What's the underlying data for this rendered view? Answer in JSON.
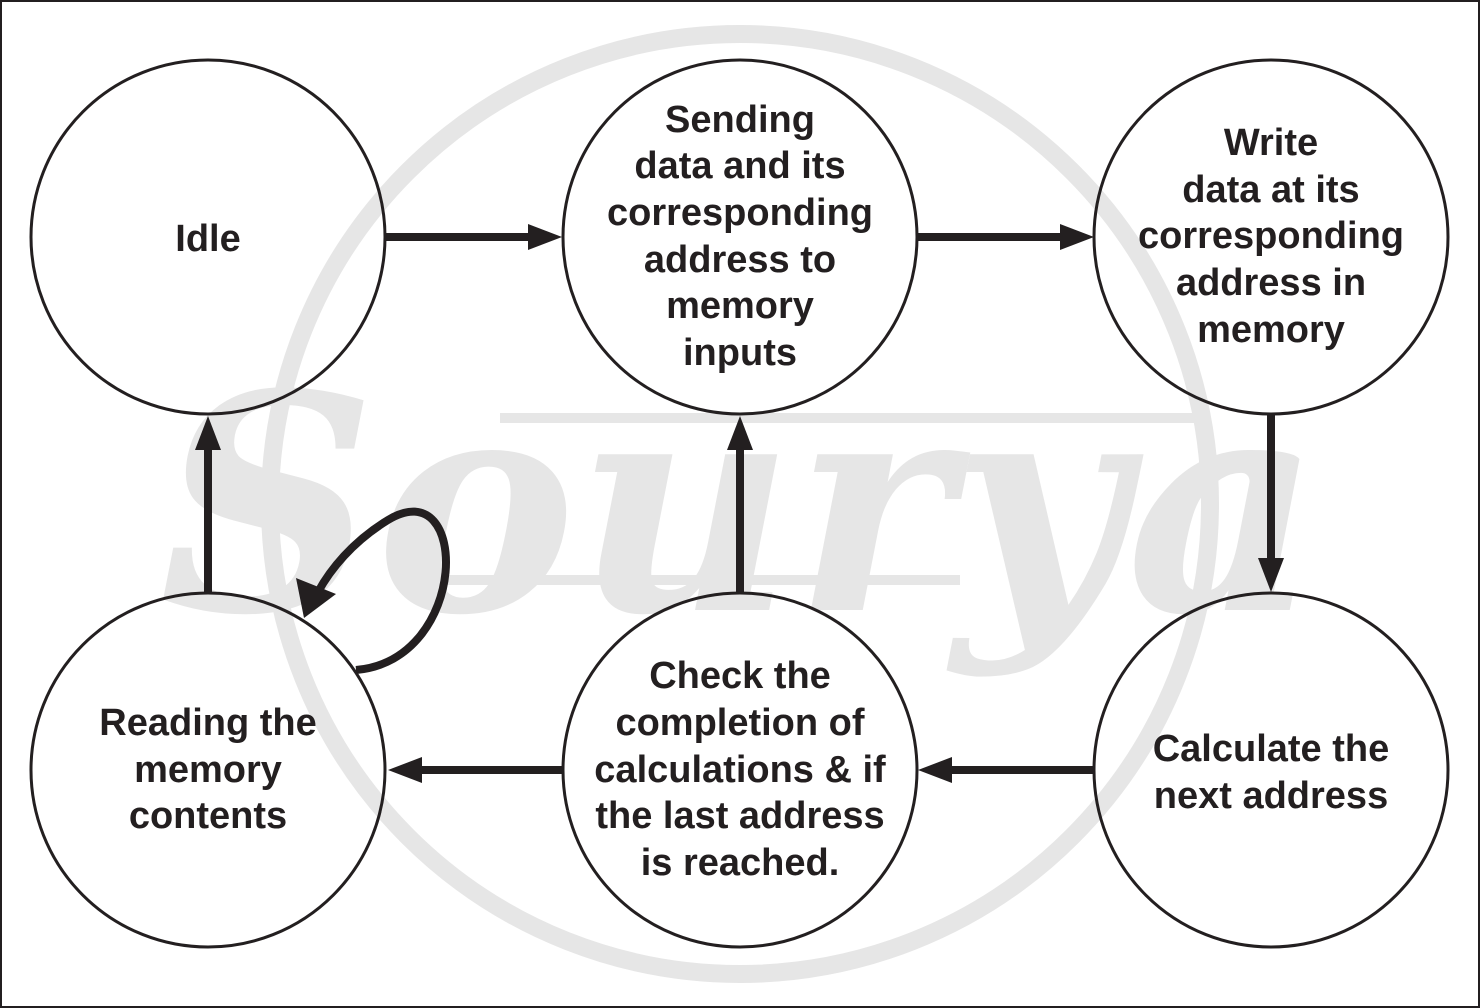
{
  "diagram": {
    "nodes": [
      {
        "id": "idle",
        "lines": [
          "Idle"
        ]
      },
      {
        "id": "sending",
        "lines": [
          "Sending",
          "data and its",
          "corresponding",
          "address to",
          "memory",
          "inputs"
        ]
      },
      {
        "id": "write",
        "lines": [
          "Write",
          "data at its",
          "corresponding",
          "address in",
          "memory"
        ]
      },
      {
        "id": "calculate",
        "lines": [
          "Calculate the",
          "next address"
        ]
      },
      {
        "id": "check",
        "lines": [
          "Check the",
          "completion of",
          "calculations & if",
          "the last address",
          "is reached."
        ]
      },
      {
        "id": "reading",
        "lines": [
          "Reading the",
          "memory",
          "contents"
        ]
      }
    ],
    "edges": [
      {
        "from": "idle",
        "to": "sending"
      },
      {
        "from": "sending",
        "to": "write"
      },
      {
        "from": "write",
        "to": "calculate"
      },
      {
        "from": "calculate",
        "to": "check"
      },
      {
        "from": "check",
        "to": "reading"
      },
      {
        "from": "check",
        "to": "sending"
      },
      {
        "from": "reading",
        "to": "idle"
      },
      {
        "from": "reading",
        "to": "reading"
      }
    ],
    "watermark": "Sourya",
    "colors": {
      "stroke": "#231f20",
      "watermark": "#e6e6e6",
      "background": "#ffffff"
    }
  }
}
